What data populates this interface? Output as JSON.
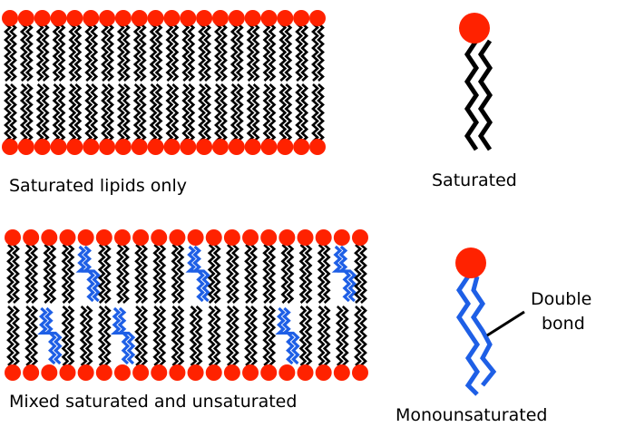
{
  "labels": {
    "saturated_only": "Saturated lipids only",
    "saturated": "Saturated",
    "mixed": "Mixed saturated and unsaturated",
    "monounsaturated": "Monounsaturated",
    "double": "Double",
    "bond": "bond"
  },
  "colors": {
    "head": "#ff2200",
    "saturated_tail": "#000000",
    "unsaturated_tail": "#1e5fe6"
  },
  "membranes": {
    "saturated_only": {
      "lipid_count": 20
    },
    "mixed": {
      "lipid_count": 20,
      "unsaturated_top": [
        4,
        10,
        18
      ],
      "unsaturated_bottom": [
        2,
        6,
        15
      ]
    }
  }
}
